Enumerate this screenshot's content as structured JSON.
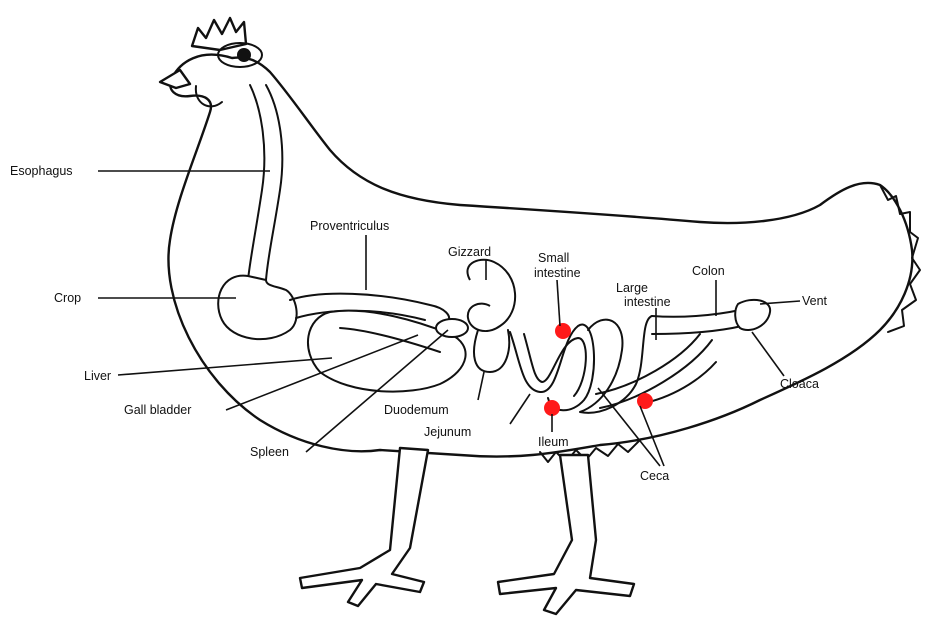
{
  "labels": {
    "esophagus": "Esophagus",
    "crop": "Crop",
    "liver": "Liver",
    "gall_bladder": "Gall bladder",
    "spleen": "Spleen",
    "proventriculus": "Proventriculus",
    "gizzard": "Gizzard",
    "duodenum": "Duodemum",
    "jejunum": "Jejunum",
    "small_intestine_line1": "Small",
    "small_intestine_line2": "intestine",
    "ileum": "Ileum",
    "large_intestine_line1": "Large",
    "large_intestine_line2": "intestine",
    "colon": "Colon",
    "ceca": "Ceca",
    "vent": "Vent",
    "cloaca": "Cloaca"
  },
  "colors": {
    "marker": "#ff1a1a",
    "ink": "#111111",
    "background": "#ffffff"
  }
}
